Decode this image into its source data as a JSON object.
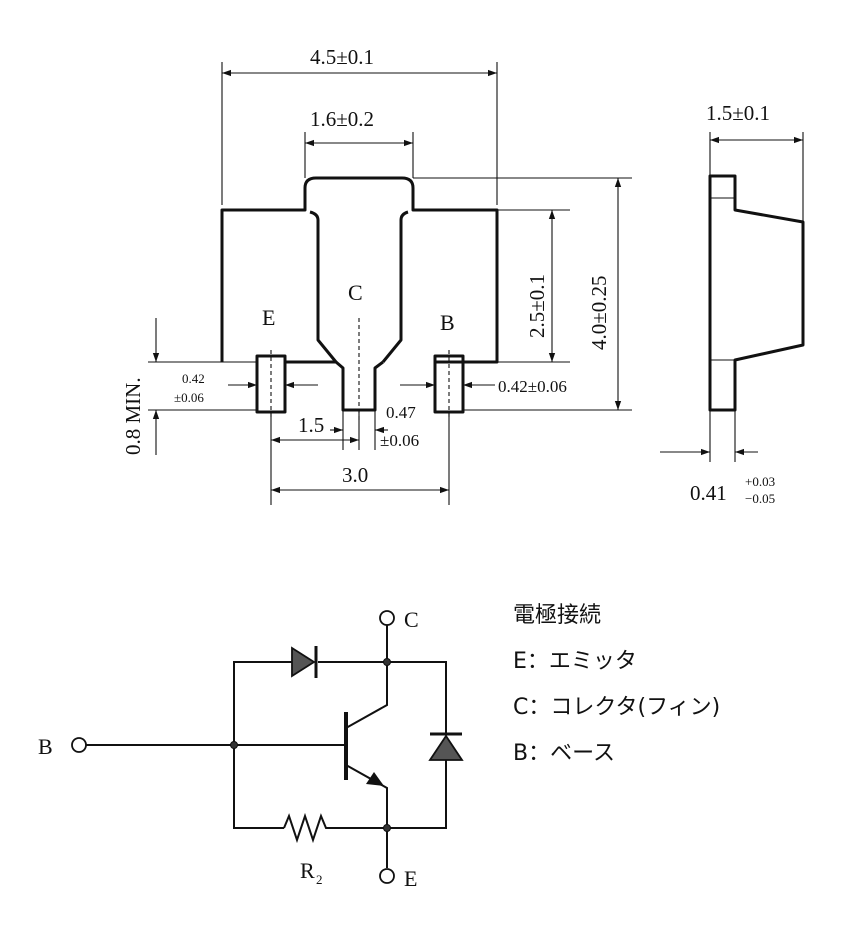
{
  "outline": {
    "width": "4.5±0.1",
    "collector_tab": "1.6±0.2",
    "fin_height": "2.5±0.1",
    "total_height": "4.0±0.25",
    "lead_length": "0.8 MIN.",
    "lead_e_width": [
      "0.42",
      "±0.06"
    ],
    "lead_b_width": "0.42±0.06",
    "lead_pitch": "1.5",
    "lead_c_width": [
      "0.47",
      "±0.06"
    ],
    "lead_span": "3.0",
    "pin_e": "E",
    "pin_c": "C",
    "pin_b": "B"
  },
  "side_view": {
    "thickness": "1.5±0.1",
    "lead_thickness_nominal": "0.41",
    "lead_thickness_plus": "+0.03",
    "lead_thickness_minus": "−0.05"
  },
  "schematic": {
    "terminal_c": "C",
    "terminal_b": "B",
    "terminal_e": "E",
    "resistor": "R",
    "resistor_sub": "2"
  },
  "legend": {
    "title": "電極接続",
    "rows": [
      "E：エミッタ",
      "C：コレクタ(フィン)",
      "B：ベース"
    ]
  }
}
